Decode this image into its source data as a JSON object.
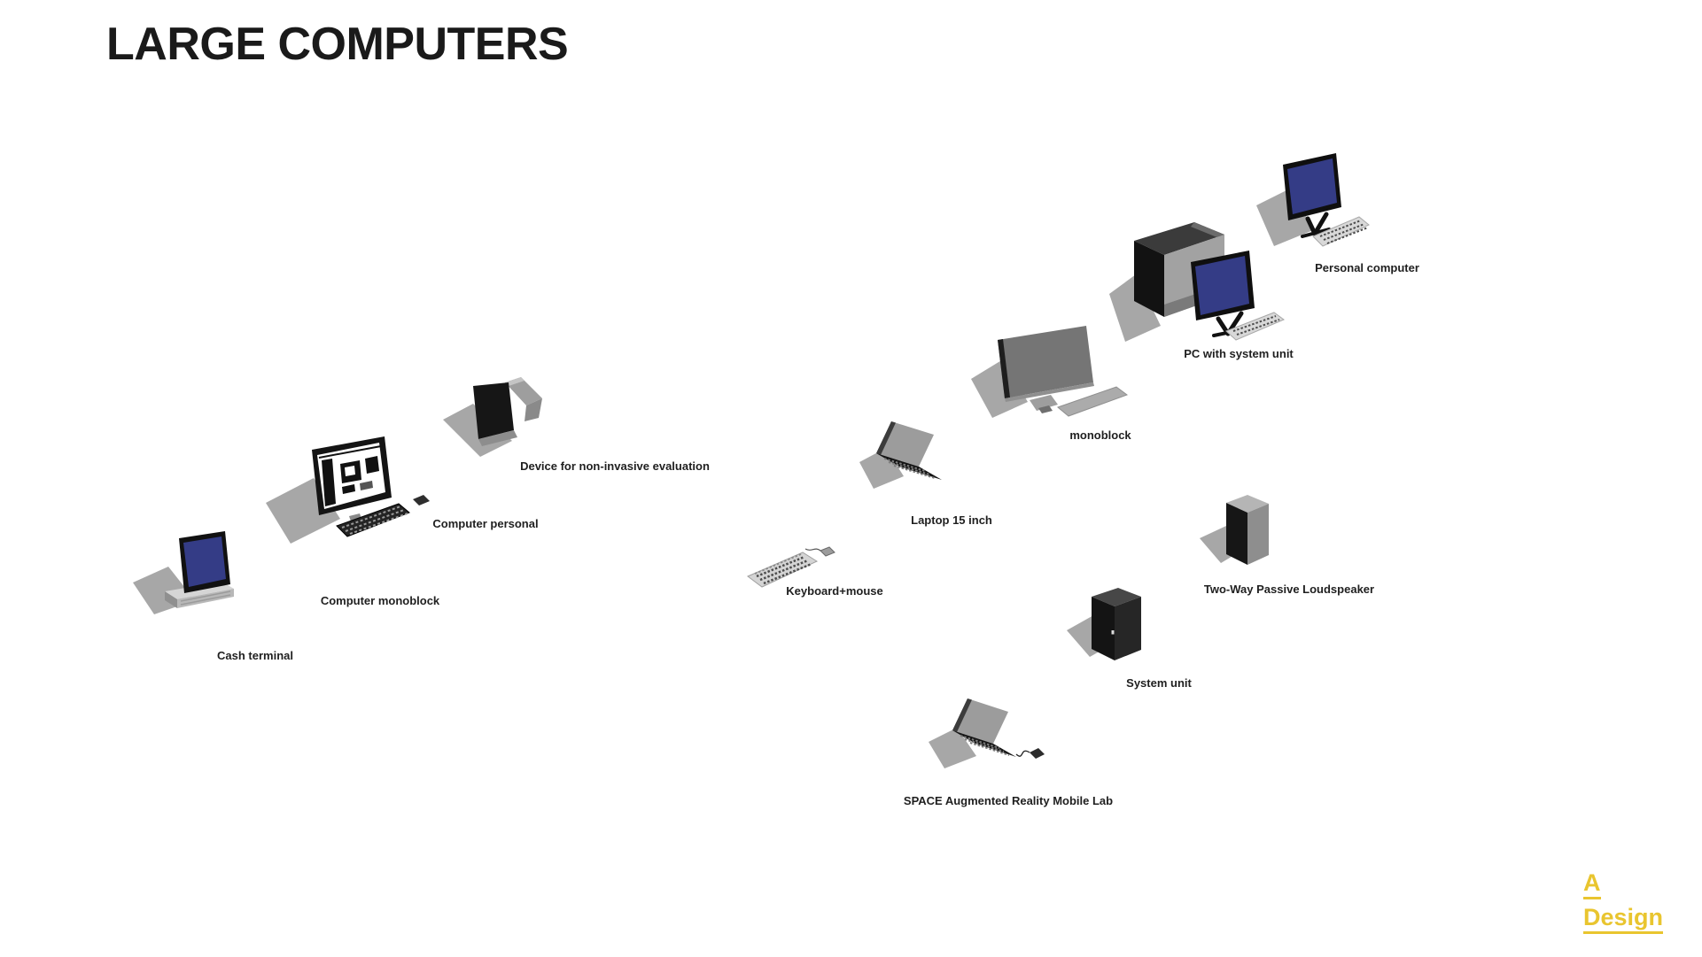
{
  "page_title": "LARGE COMPUTERS",
  "items": [
    {
      "name": "cash-terminal",
      "label": "Cash terminal"
    },
    {
      "name": "computer-monoblock",
      "label": "Computer monoblock"
    },
    {
      "name": "computer-personal",
      "label": "Computer personal"
    },
    {
      "name": "device-non-invasive",
      "label": "Device for non-invasive evaluation"
    },
    {
      "name": "keyboard-mouse",
      "label": "Keyboard+mouse"
    },
    {
      "name": "laptop-15-inch",
      "label": "Laptop 15 inch"
    },
    {
      "name": "space-ar-mobile-lab",
      "label": "SPACE Augmented Reality Mobile Lab"
    },
    {
      "name": "monoblock",
      "label": "monoblock"
    },
    {
      "name": "pc-with-system-unit",
      "label": "PC with system unit"
    },
    {
      "name": "personal-computer",
      "label": "Personal computer"
    },
    {
      "name": "loudspeaker",
      "label": "Two-Way Passive Loudspeaker"
    },
    {
      "name": "system-unit",
      "label": "System unit"
    }
  ],
  "logo": {
    "line1": "A",
    "line2": "Design"
  },
  "colors": {
    "accent": "#e9c52f",
    "screen": "#343c86",
    "text": "#1a1a1a",
    "shadow": "#a7a7a7"
  }
}
